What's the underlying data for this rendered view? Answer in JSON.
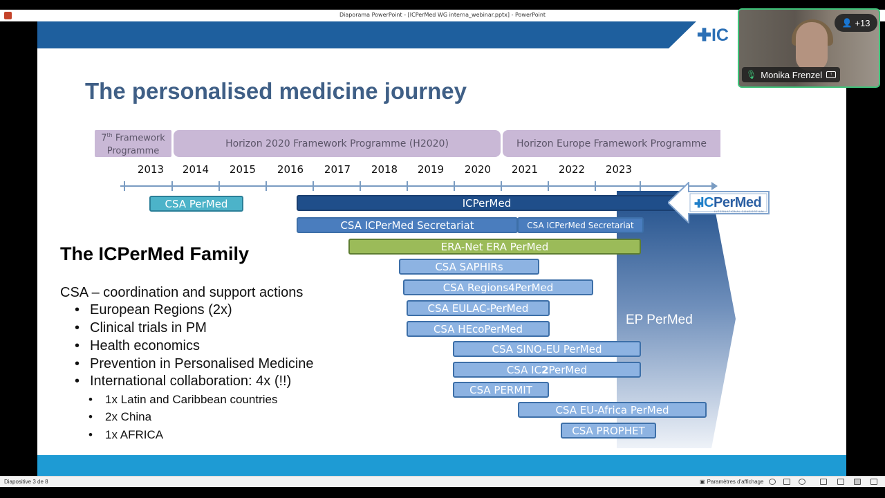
{
  "window": {
    "title": "Diaporama PowerPoint - [ICPerMed WG interna_webinar.pptx] - PowerPoint"
  },
  "slide": {
    "title": "The personalised medicine journey",
    "logo_text": "✚IC",
    "programmes": {
      "fp7_line1": "7",
      "fp7_sup": "th",
      "fp7_line1_rest": " Framework",
      "fp7_line2": "Programme",
      "h2020": "Horizon 2020 Framework Programme (H2020)",
      "horizon_europe": "Horizon Europe Framework Programme"
    },
    "years": [
      "2013",
      "2014",
      "2015",
      "2016",
      "2017",
      "2018",
      "2019",
      "2020",
      "2021",
      "2022",
      "2023"
    ],
    "bars": {
      "csa_permed": "CSA PerMed",
      "icpermed": "ICPerMed",
      "secretariat_1": "CSA ICPerMed Secretariat",
      "secretariat_2": "CSA ICPerMed Secretariat",
      "era_net": "ERA-Net ERA PerMed",
      "saphirs": "CSA SAPHIRs",
      "regions4permed": "CSA Regions4PerMed",
      "eulac": "CSA EULAC-PerMed",
      "hecopermed": "CSA HEcoPerMed",
      "sino_eu": "CSA SINO-EU PerMed",
      "ic2permed_pre": "CSA IC",
      "ic2permed_bold": "2",
      "ic2permed_post": "PerMed",
      "permit": "CSA PERMIT",
      "eu_africa": "CSA EU-Africa PerMed",
      "prophet": "CSA PROPHET"
    },
    "ep_permed_label": "EP PerMed",
    "badge": {
      "ic": "IC",
      "permed": "PerMed",
      "subtitle": "INTERNATIONAL CONSORTIUM"
    },
    "family": {
      "title": "The ICPerMed Family",
      "csa_heading": "CSA – coordination and support actions",
      "bullets": [
        "European Regions (2x)",
        "Clinical trials in PM",
        "Health economics",
        "Prevention in Personalised Medicine",
        "International collaboration: 4x (!!)"
      ],
      "sub_bullets": [
        "1x Latin and Caribbean countries",
        "2x China",
        "1x AFRICA"
      ]
    }
  },
  "video": {
    "participant_name": "Monika Frenzel",
    "participants_count": "+13"
  },
  "statusbar": {
    "slide_indicator": "Diapositive 3 de 8",
    "view_settings": "Paramètres d'affichage"
  },
  "colors": {
    "top_band": "#1e5f9e",
    "bottom_band": "#1e9bd4",
    "title": "#3f5f86",
    "programme_bg": "#c9b8d6",
    "bar_light": "#8db3e2",
    "bar_dark": "#1f4e8a",
    "bar_green": "#9bbb59",
    "bar_teal": "#4cb3c9"
  }
}
